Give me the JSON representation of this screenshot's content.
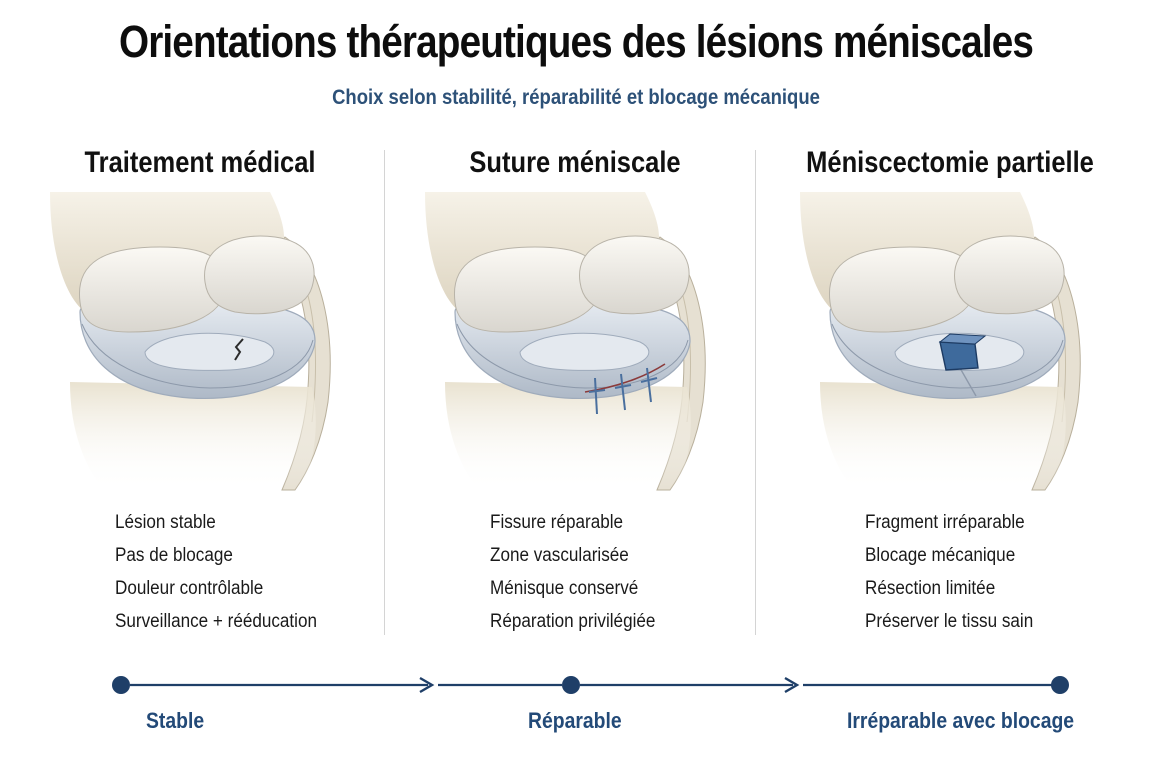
{
  "header": {
    "title": "Orientations thérapeutiques des lésions méniscales",
    "subtitle": "Choix selon stabilité, réparabilité et blocage mécanique"
  },
  "columns": [
    {
      "title": "Traitement médical",
      "bullets": [
        "Lésion stable",
        "Pas de blocage",
        "Douleur contrôlable",
        "Surveillance + rééducation"
      ]
    },
    {
      "title": "Suture méniscale",
      "bullets": [
        "Fissure réparable",
        "Zone vascularisée",
        "Ménisque conservé",
        "Réparation privilégiée"
      ]
    },
    {
      "title": "Méniscectomie partielle",
      "bullets": [
        "Fragment irréparable",
        "Blocage mécanique",
        "Résection limitée",
        "Préserver le tissu sain"
      ]
    }
  ],
  "timeline": {
    "stages": [
      "Stable",
      "Réparable",
      "Irréparable avec blocage"
    ]
  },
  "colors": {
    "accent": "#1f3f68",
    "subtitle": "#2d5178",
    "bone": "#efe9dc",
    "meniscus": "#c9d3de",
    "suture": "#4a6f9e",
    "fragment": "#3e6a9c"
  }
}
